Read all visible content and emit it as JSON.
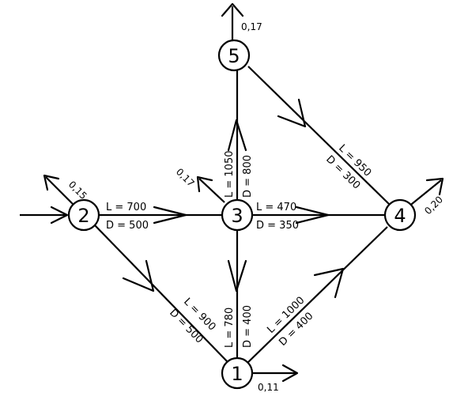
{
  "nodes": [
    {
      "id": "1",
      "label": "1"
    },
    {
      "id": "2",
      "label": "2"
    },
    {
      "id": "3",
      "label": "3"
    },
    {
      "id": "4",
      "label": "4"
    },
    {
      "id": "5",
      "label": "5"
    }
  ],
  "pipes": [
    {
      "from": "2",
      "to": "3",
      "length": "L = 700",
      "diameter": "D = 500"
    },
    {
      "from": "3",
      "to": "4",
      "length": "L = 470",
      "diameter": "D = 350"
    },
    {
      "from": "3",
      "to": "5",
      "length": "L = 1050",
      "diameter": "D = 800"
    },
    {
      "from": "5",
      "to": "4",
      "length": "L = 950",
      "diameter": "D = 300"
    },
    {
      "from": "2",
      "to": "1",
      "length": "L = 900",
      "diameter": "D = 500"
    },
    {
      "from": "3",
      "to": "1",
      "length": "L = 780",
      "diameter": "D = 400"
    },
    {
      "from": "1",
      "to": "4",
      "length": "L = 1000",
      "diameter": "D = 400"
    }
  ],
  "demands": [
    {
      "node": "5",
      "value": "0,17"
    },
    {
      "node": "2",
      "value": "0,15"
    },
    {
      "node": "3",
      "value": "0,17"
    },
    {
      "node": "4",
      "value": "0,20"
    },
    {
      "node": "1",
      "value": "0,11"
    }
  ]
}
